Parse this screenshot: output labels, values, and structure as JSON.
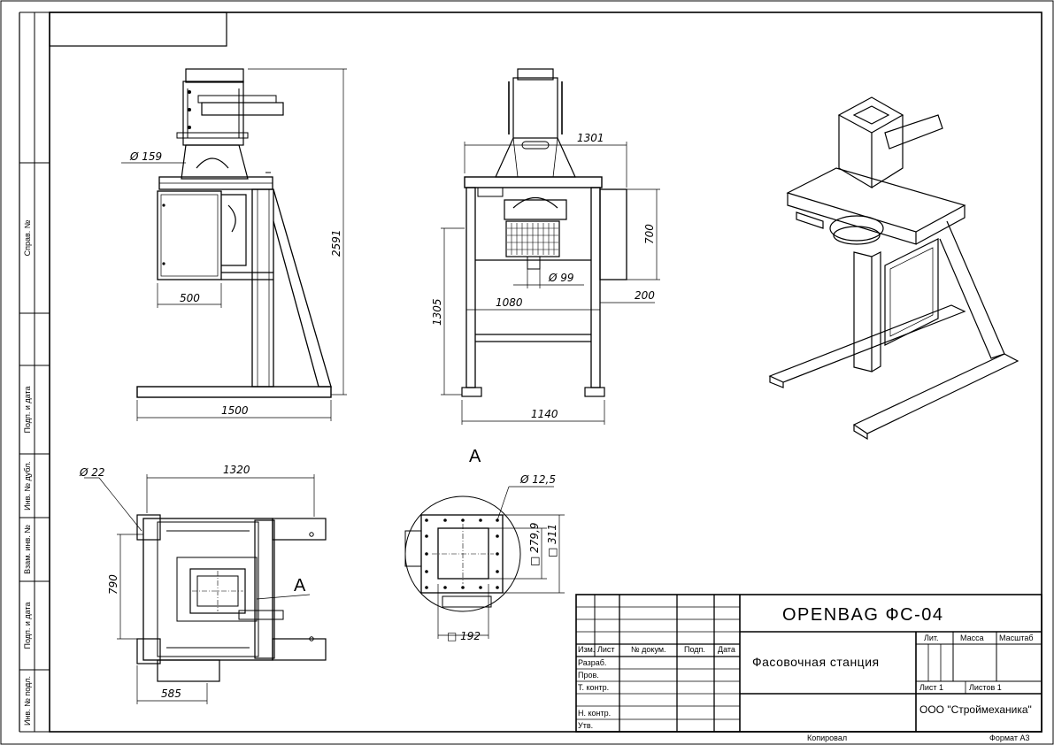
{
  "side_stamps": [
    "Справ. №",
    "Подп. и дата",
    "Инв. № дубл.",
    "Взам. инв. №",
    "Подп. и дата",
    "Инв. № подл."
  ],
  "views": {
    "side": {
      "d_top": "Ø 159",
      "width_box": "500",
      "height": "2591",
      "base": "1500"
    },
    "front": {
      "width_top": "1301",
      "h700": "700",
      "d_outlet": "Ø 99",
      "d200": "200",
      "w1080": "1080",
      "h1305": "1305",
      "base": "1140"
    },
    "top": {
      "d22": "Ø 22",
      "w1320": "1320",
      "h790": "790",
      "w585": "585",
      "callout": "А"
    },
    "detail": {
      "title": "А",
      "d12": "Ø 12,5",
      "s279": "□ 279,9",
      "s311": "□ 311",
      "s192": "□ 192"
    }
  },
  "titleblock": {
    "designation": "OPENBAG ФС-04",
    "name": "Фасовочная станция",
    "company": "ООО \"Строймеханика\"",
    "lit": "Лит.",
    "mass": "Масса",
    "scale": "Масштаб",
    "sheet": "Лист 1",
    "sheets": "Листов 1",
    "col_izm": "Изм.",
    "col_list": "Лист",
    "col_doc": "№ докум.",
    "col_podp": "Подп.",
    "col_date": "Дата",
    "row_razrab": "Разраб.",
    "row_prov": "Пров.",
    "row_tkontr": "Т. контр.",
    "row_nkontr": "Н. контр.",
    "row_utv": "Утв.",
    "copied": "Копировал",
    "format": "Формат A3"
  }
}
